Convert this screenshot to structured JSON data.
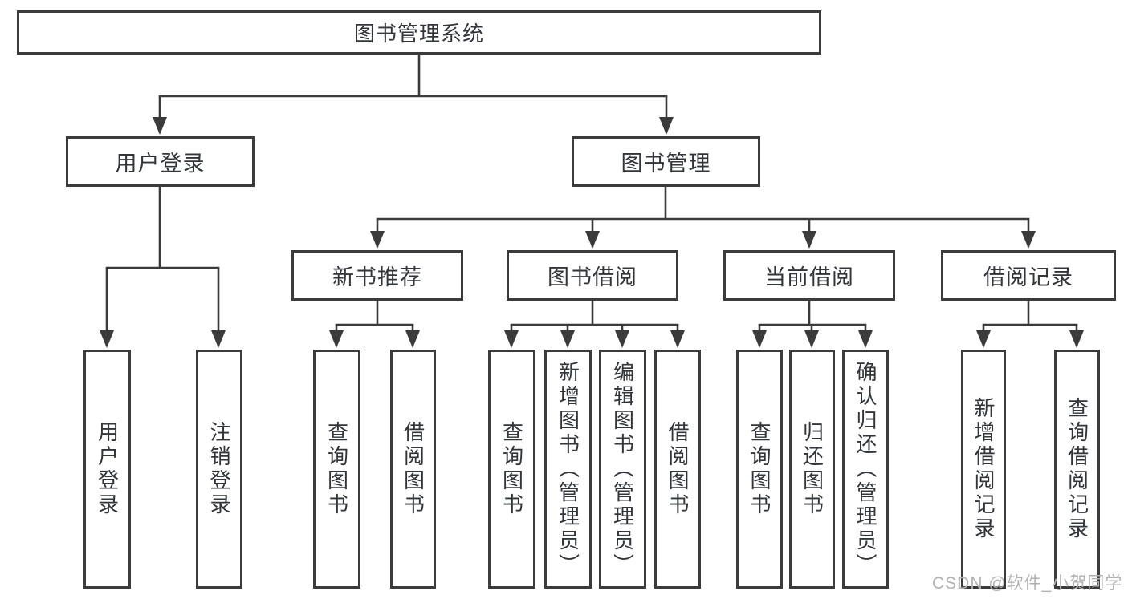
{
  "diagram": {
    "root": {
      "label": "图书管理系统"
    },
    "branches": [
      {
        "label": "用户登录",
        "children": [
          {
            "label": "用户登录"
          },
          {
            "label": "注销登录"
          }
        ]
      },
      {
        "label": "图书管理",
        "children": [
          {
            "label": "新书推荐",
            "children": [
              {
                "label": "查询图书"
              },
              {
                "label": "借阅图书"
              }
            ]
          },
          {
            "label": "图书借阅",
            "children": [
              {
                "label": "查询图书"
              },
              {
                "label": "新增图书（管理员）"
              },
              {
                "label": "编辑图书（管理员）"
              },
              {
                "label": "借阅图书"
              }
            ]
          },
          {
            "label": "当前借阅",
            "children": [
              {
                "label": "查询图书"
              },
              {
                "label": "归还图书"
              },
              {
                "label": "确认归还（管理员）"
              }
            ]
          },
          {
            "label": "借阅记录",
            "children": [
              {
                "label": "新增借阅记录"
              },
              {
                "label": "查询借阅记录"
              }
            ]
          }
        ]
      }
    ],
    "watermark": "CSDN @软件_小贺同学",
    "colors": {
      "line": "#3b3b3b",
      "border": "#3b3b3b",
      "text": "#32363a",
      "watermark": "#b3b3b3",
      "background": "#ffffff"
    }
  }
}
